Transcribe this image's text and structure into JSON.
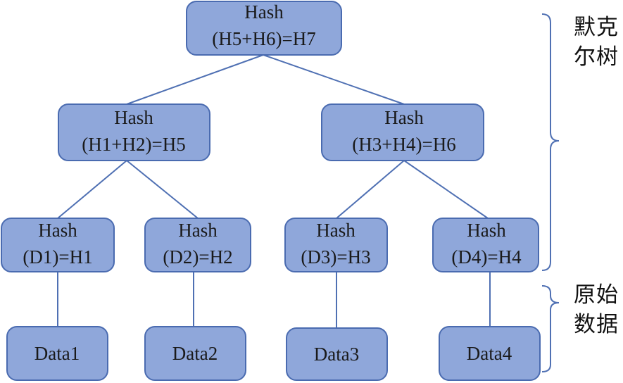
{
  "nodes": {
    "h7": {
      "line1": "Hash",
      "line2": "(H5+H6)=H7"
    },
    "h5": {
      "line1": "Hash",
      "line2": "(H1+H2)=H5"
    },
    "h6": {
      "line1": "Hash",
      "line2": "(H3+H4)=H6"
    },
    "h1": {
      "line1": "Hash",
      "line2": "(D1)=H1"
    },
    "h2": {
      "line1": "Hash",
      "line2": "(D2)=H2"
    },
    "h3": {
      "line1": "Hash",
      "line2": "(D3)=H3"
    },
    "h4": {
      "line1": "Hash",
      "line2": "(D4)=H4"
    },
    "data1": {
      "label": "Data1"
    },
    "data2": {
      "label": "Data2"
    },
    "data3": {
      "label": "Data3"
    },
    "data4": {
      "label": "Data4"
    }
  },
  "labels": {
    "merkle_tree": "默克尔树",
    "raw_data": "原始数据"
  },
  "colors": {
    "node_fill": "#8fa7da",
    "node_stroke": "#4a6bb0",
    "edge": "#4f70b3"
  }
}
